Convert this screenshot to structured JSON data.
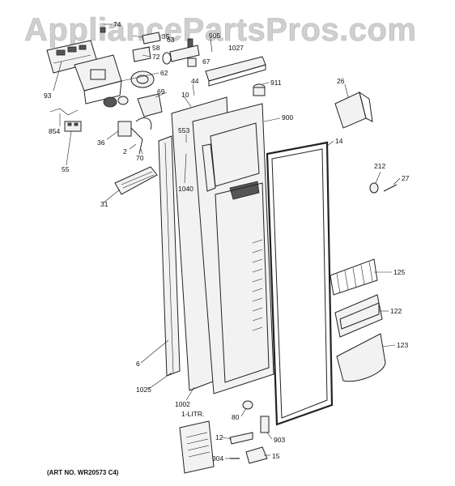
{
  "watermark": "AppliancePartsPros.com",
  "art_number": "(ART NO. WR20573 C4)",
  "booklet_text": "1-LITR.",
  "callouts": [
    {
      "id": "74",
      "label": "74"
    },
    {
      "id": "35",
      "label": "35"
    },
    {
      "id": "58",
      "label": "58"
    },
    {
      "id": "905",
      "label": "905"
    },
    {
      "id": "1027",
      "label": "1027"
    },
    {
      "id": "63",
      "label": "63"
    },
    {
      "id": "72",
      "label": "72"
    },
    {
      "id": "67",
      "label": "67"
    },
    {
      "id": "62",
      "label": "62"
    },
    {
      "id": "93",
      "label": "93"
    },
    {
      "id": "44",
      "label": "44"
    },
    {
      "id": "911",
      "label": "911"
    },
    {
      "id": "26",
      "label": "26"
    },
    {
      "id": "69",
      "label": "69"
    },
    {
      "id": "10",
      "label": "10"
    },
    {
      "id": "900",
      "label": "900"
    },
    {
      "id": "854",
      "label": "854"
    },
    {
      "id": "553",
      "label": "553"
    },
    {
      "id": "36",
      "label": "36"
    },
    {
      "id": "14",
      "label": "14"
    },
    {
      "id": "2",
      "label": "2"
    },
    {
      "id": "70",
      "label": "70"
    },
    {
      "id": "55",
      "label": "55"
    },
    {
      "id": "212",
      "label": "212"
    },
    {
      "id": "27",
      "label": "27"
    },
    {
      "id": "31",
      "label": "31"
    },
    {
      "id": "1040",
      "label": "1040"
    },
    {
      "id": "125",
      "label": "125"
    },
    {
      "id": "122",
      "label": "122"
    },
    {
      "id": "123",
      "label": "123"
    },
    {
      "id": "6",
      "label": "6"
    },
    {
      "id": "1025",
      "label": "1025"
    },
    {
      "id": "1002",
      "label": "1002"
    },
    {
      "id": "80",
      "label": "80"
    },
    {
      "id": "12",
      "label": "12"
    },
    {
      "id": "903",
      "label": "903"
    },
    {
      "id": "904",
      "label": "904"
    },
    {
      "id": "15",
      "label": "15"
    }
  ]
}
